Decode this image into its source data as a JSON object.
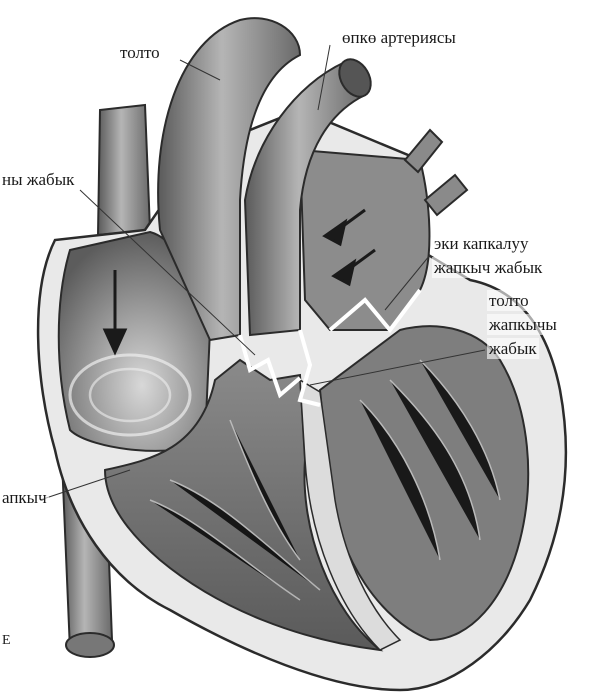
{
  "labels": {
    "aorta": "толто",
    "pulmonary_artery": "өпкө артериясы",
    "pulmonary_valve_closed": "ны жабык",
    "mitral_valve_closed_line1": "эки капкалуу",
    "mitral_valve_closed_line2": "жапкыч жабык",
    "aortic_valve_closed_line1": "толто",
    "aortic_valve_closed_line2": "жапкычы",
    "aortic_valve_closed_line3": "жабык",
    "tricuspid_valve": "апкыч",
    "bottom_left_mark": "E"
  },
  "colors": {
    "outline": "#2b2b2b",
    "dark_fill": "#6e6e6e",
    "mid_fill": "#9a9a9a",
    "light_fill": "#c8c8c8",
    "wall": "#e6e6e6"
  }
}
